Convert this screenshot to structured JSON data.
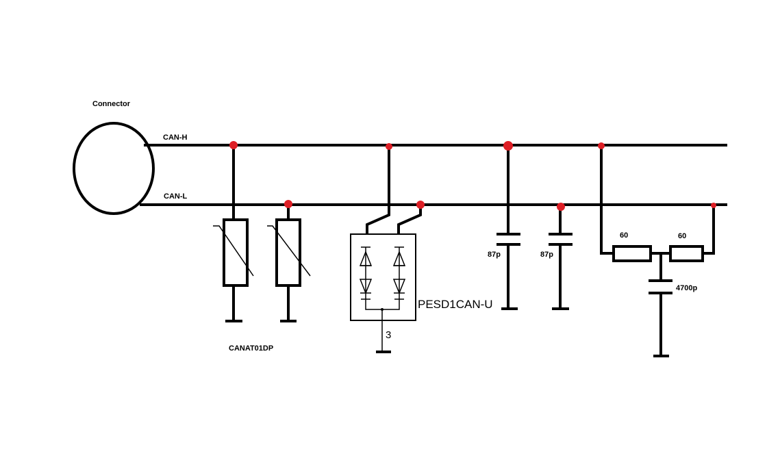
{
  "labels": {
    "connector": "Connector",
    "can_h": "CAN-H",
    "can_l": "CAN-L",
    "varistor_part": "CANAT01DP",
    "esd_part": "PESD1CAN-U",
    "esd_pin": "3",
    "cap1": "87p",
    "cap2": "87p",
    "res1": "60",
    "res2": "60",
    "split_cap": "4700p"
  },
  "colors": {
    "wire": "#000000",
    "junction": "#dd1f26",
    "background": "#ffffff"
  }
}
